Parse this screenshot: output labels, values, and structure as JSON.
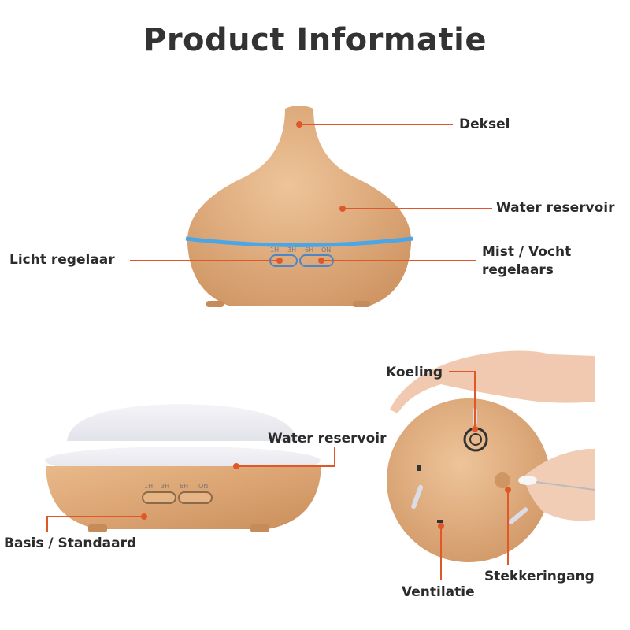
{
  "title": "Product Informatie",
  "accent_color": "#e0582a",
  "top_product": {
    "labels": {
      "lid": "Deksel",
      "water_reservoir": "Water reservoir",
      "light_control": "Licht regelaar",
      "mist_control_line1": "Mist / Vocht",
      "mist_control_line2": "regelaars"
    },
    "button_marks": [
      "1H",
      "3H",
      "6H",
      "ON"
    ]
  },
  "bottom_left_product": {
    "labels": {
      "water_reservoir": "Water reservoir",
      "base": "Basis / Standaard"
    },
    "button_marks": [
      "1H",
      "3H",
      "6H",
      "ON"
    ]
  },
  "bottom_right_product": {
    "labels": {
      "cooling": "Koeling",
      "power_input": "Stekkeringang",
      "ventilation": "Ventilatie"
    }
  }
}
